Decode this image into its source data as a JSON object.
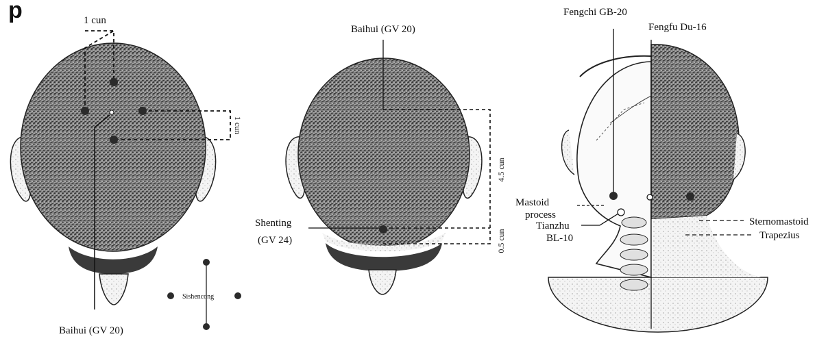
{
  "title_fragment": "p",
  "figure1": {
    "top_measure": "1 cun",
    "side_measure": "1 cun",
    "bottom_label": "Baihui (GV 20)",
    "legend_label": "Sishencong"
  },
  "figure2": {
    "top_label": "Baihui (GV 20)",
    "left_label_line1": "Shenting",
    "left_label_line2": "(GV 24)",
    "measure_upper": "4.5 cun",
    "measure_lower": "0.5 cun"
  },
  "figure3": {
    "top_label_left": "Fengchi GB-20",
    "top_label_right": "Fengfu Du-16",
    "left_label_mastoid_1": "Mastoid",
    "left_label_mastoid_2": "process",
    "left_label_tianzhu_1": "Tianzhu",
    "left_label_tianzhu_2": "BL-10",
    "right_label_1": "Sternomastoid",
    "right_label_2": "Trapezius"
  },
  "colors": {
    "ink": "#111111",
    "hair": "#7a7a7a",
    "skin": "#f2f2f2",
    "point": "#2b2b2b"
  }
}
